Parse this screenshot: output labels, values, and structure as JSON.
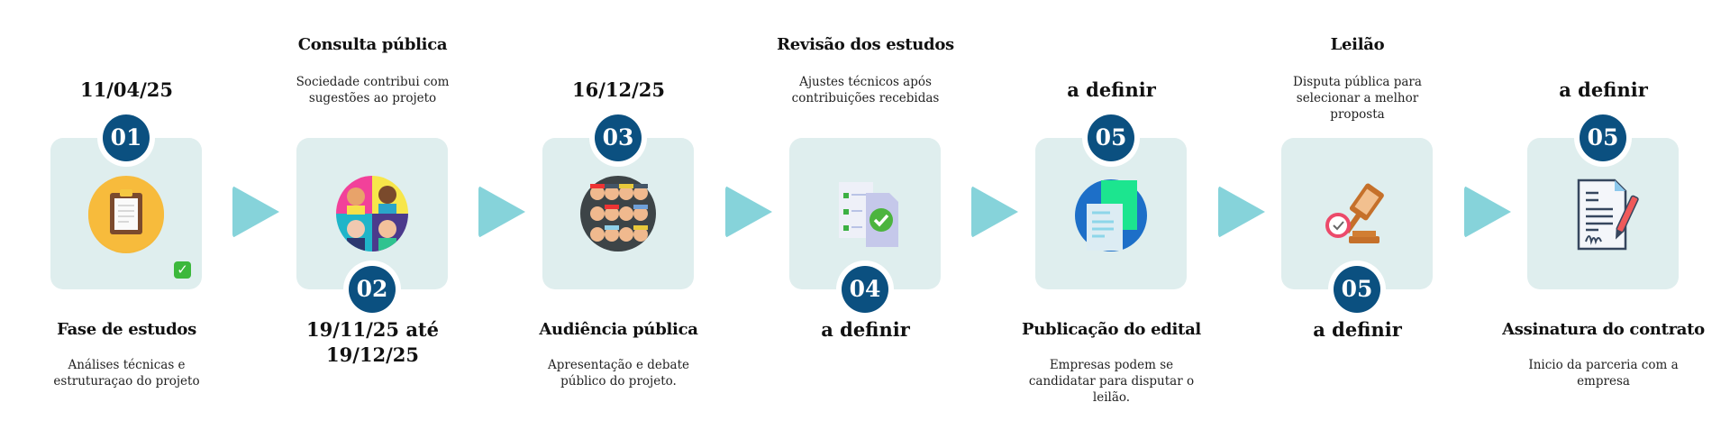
{
  "steps": [
    {
      "number": "01",
      "top_date": "11/04/25",
      "title": "Fase de estudos",
      "description": "Análises técnicas e estruturaçao do projeto",
      "icon": "clipboard-icon",
      "status": "completed-check-icon"
    },
    {
      "number": "02",
      "top_title": "Consulta pública",
      "top_description": "Sociedade contribui com sugestões ao projeto",
      "bottom_date_line1": "19/11/25 até",
      "bottom_date_line2": "19/12/25",
      "icon": "people-group-icon"
    },
    {
      "number": "03",
      "top_date": "16/12/25",
      "title": "Audiência pública",
      "description": "Apresentação e debate público do projeto.",
      "icon": "crowd-icon"
    },
    {
      "number": "04",
      "top_title": "Revisão dos estudos",
      "top_description": "Ajustes técnicos após contribuições recebidas",
      "bottom_date": "a definir",
      "icon": "document-check-icon"
    },
    {
      "number": "05",
      "top_date": "a definir",
      "title": "Publicação do edital",
      "description": "Empresas podem se candidatar para disputar o leilão.",
      "icon": "documents-icon"
    },
    {
      "number": "05",
      "top_title": "Leilão",
      "top_description": "Disputa pública para selecionar a melhor proposta",
      "bottom_date": "a definir",
      "icon": "auction-gavel-icon"
    },
    {
      "number": "05",
      "top_date": "a definir",
      "title": "Assinatura do contrato",
      "description": "Inicio da parceria com a empresa",
      "icon": "contract-signature-icon"
    }
  ],
  "colors": {
    "card": "#dfeeee",
    "badge": "#0b5080",
    "arrow": "#86d3da"
  }
}
